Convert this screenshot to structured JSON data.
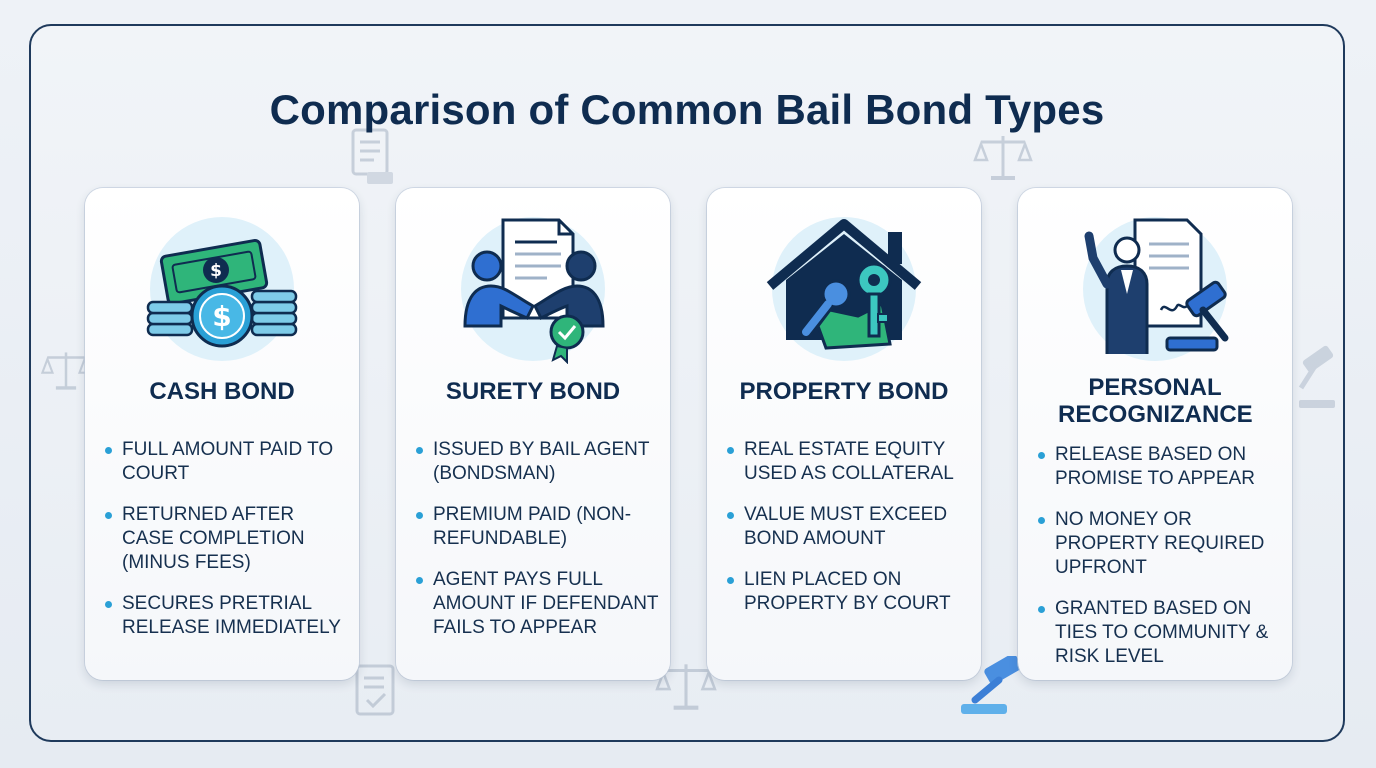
{
  "title": "Comparison of Common Bail Bond Types",
  "cards": [
    {
      "title": "CASH BOND",
      "icon": "cash-money-icon",
      "bullets": [
        "FULL AMOUNT PAID TO COURT",
        "RETURNED AFTER CASE COMPLETION (MINUS FEES)",
        "SECURES PRETRIAL RELEASE IMMEDIATELY"
      ]
    },
    {
      "title": "SURETY BOND",
      "icon": "handshake-contract-icon",
      "bullets": [
        "ISSUED BY BAIL AGENT (BONDSMAN)",
        "PREMIUM PAID (NON-REFUNDABLE)",
        "AGENT PAYS FULL AMOUNT IF DEFENDANT FAILS TO APPEAR"
      ]
    },
    {
      "title": "PROPERTY BOND",
      "icon": "house-keys-icon",
      "bullets": [
        "REAL ESTATE EQUITY USED AS COLLATERAL",
        "VALUE MUST EXCEED BOND AMOUNT",
        "LIEN PLACED ON PROPERTY BY COURT"
      ]
    },
    {
      "title": "PERSONAL RECOGNIZANCE",
      "icon": "oath-gavel-icon",
      "bullets": [
        "RELEASE BASED ON PROMISE TO APPEAR",
        "NO MONEY OR PROPERTY REQUIRED UPFRONT",
        "GRANTED BASED ON TIES TO COMMUNITY & RISK LEVEL"
      ]
    }
  ],
  "colors": {
    "navy": "#0f2c50",
    "accent_blue": "#2aa0d6",
    "green": "#2fb57a",
    "frame": "#1f3a5c"
  }
}
